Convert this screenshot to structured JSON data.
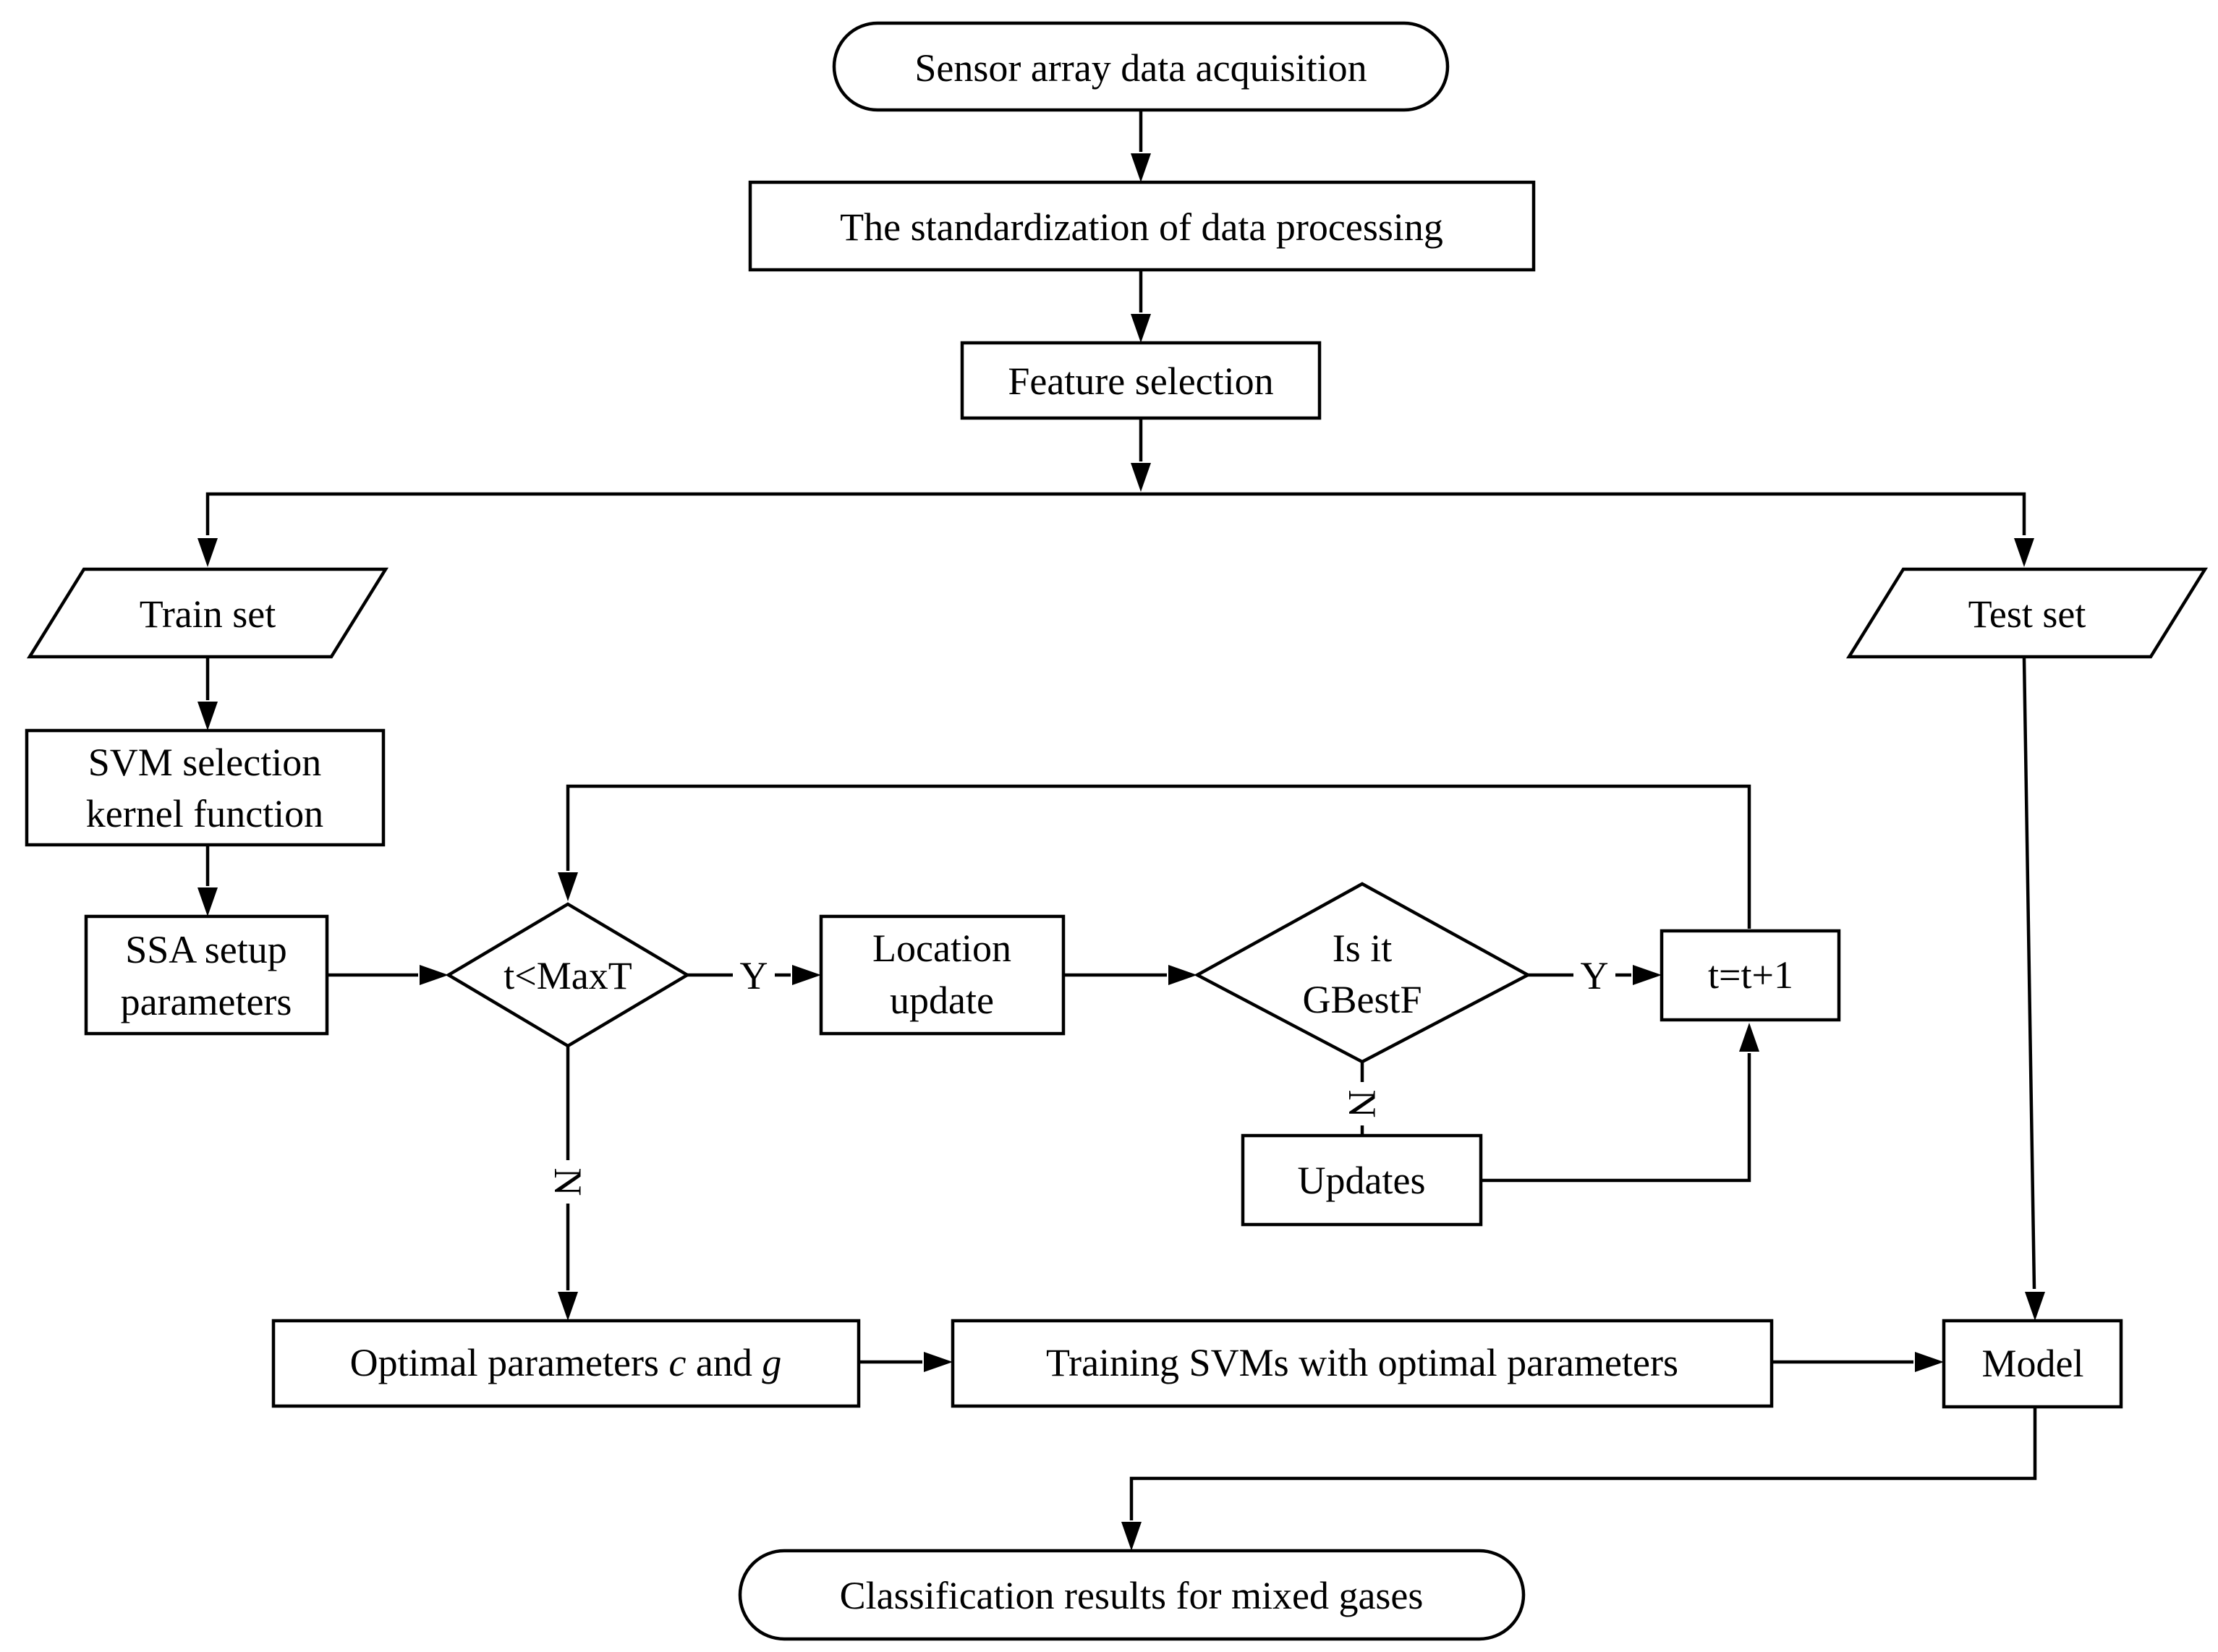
{
  "flowchart": {
    "start": "Sensor array data acquisition",
    "standardization": "The standardization of data processing",
    "feature_selection": "Feature selection",
    "train_set": "Train set",
    "test_set": "Test set",
    "svm_kernel": [
      "SVM selection",
      "kernel function"
    ],
    "ssa_setup": [
      "SSA setup",
      "parameters"
    ],
    "decision_maxt": "t<MaxT",
    "location_update": [
      "Location",
      "update"
    ],
    "decision_gbest": [
      "Is it",
      "GBestF"
    ],
    "increment": "t=t+1",
    "updates": "Updates",
    "optimal_params": {
      "prefix": "Optimal parameters ",
      "var1": "c",
      "middle": " and ",
      "var2": "g"
    },
    "training": "Training SVMs with optimal parameters",
    "model": "Model",
    "end": "Classification results for mixed gases"
  },
  "edge_labels": {
    "maxt_yes": "Y",
    "maxt_no": "N",
    "gbest_yes": "Y",
    "gbest_no": "N"
  }
}
